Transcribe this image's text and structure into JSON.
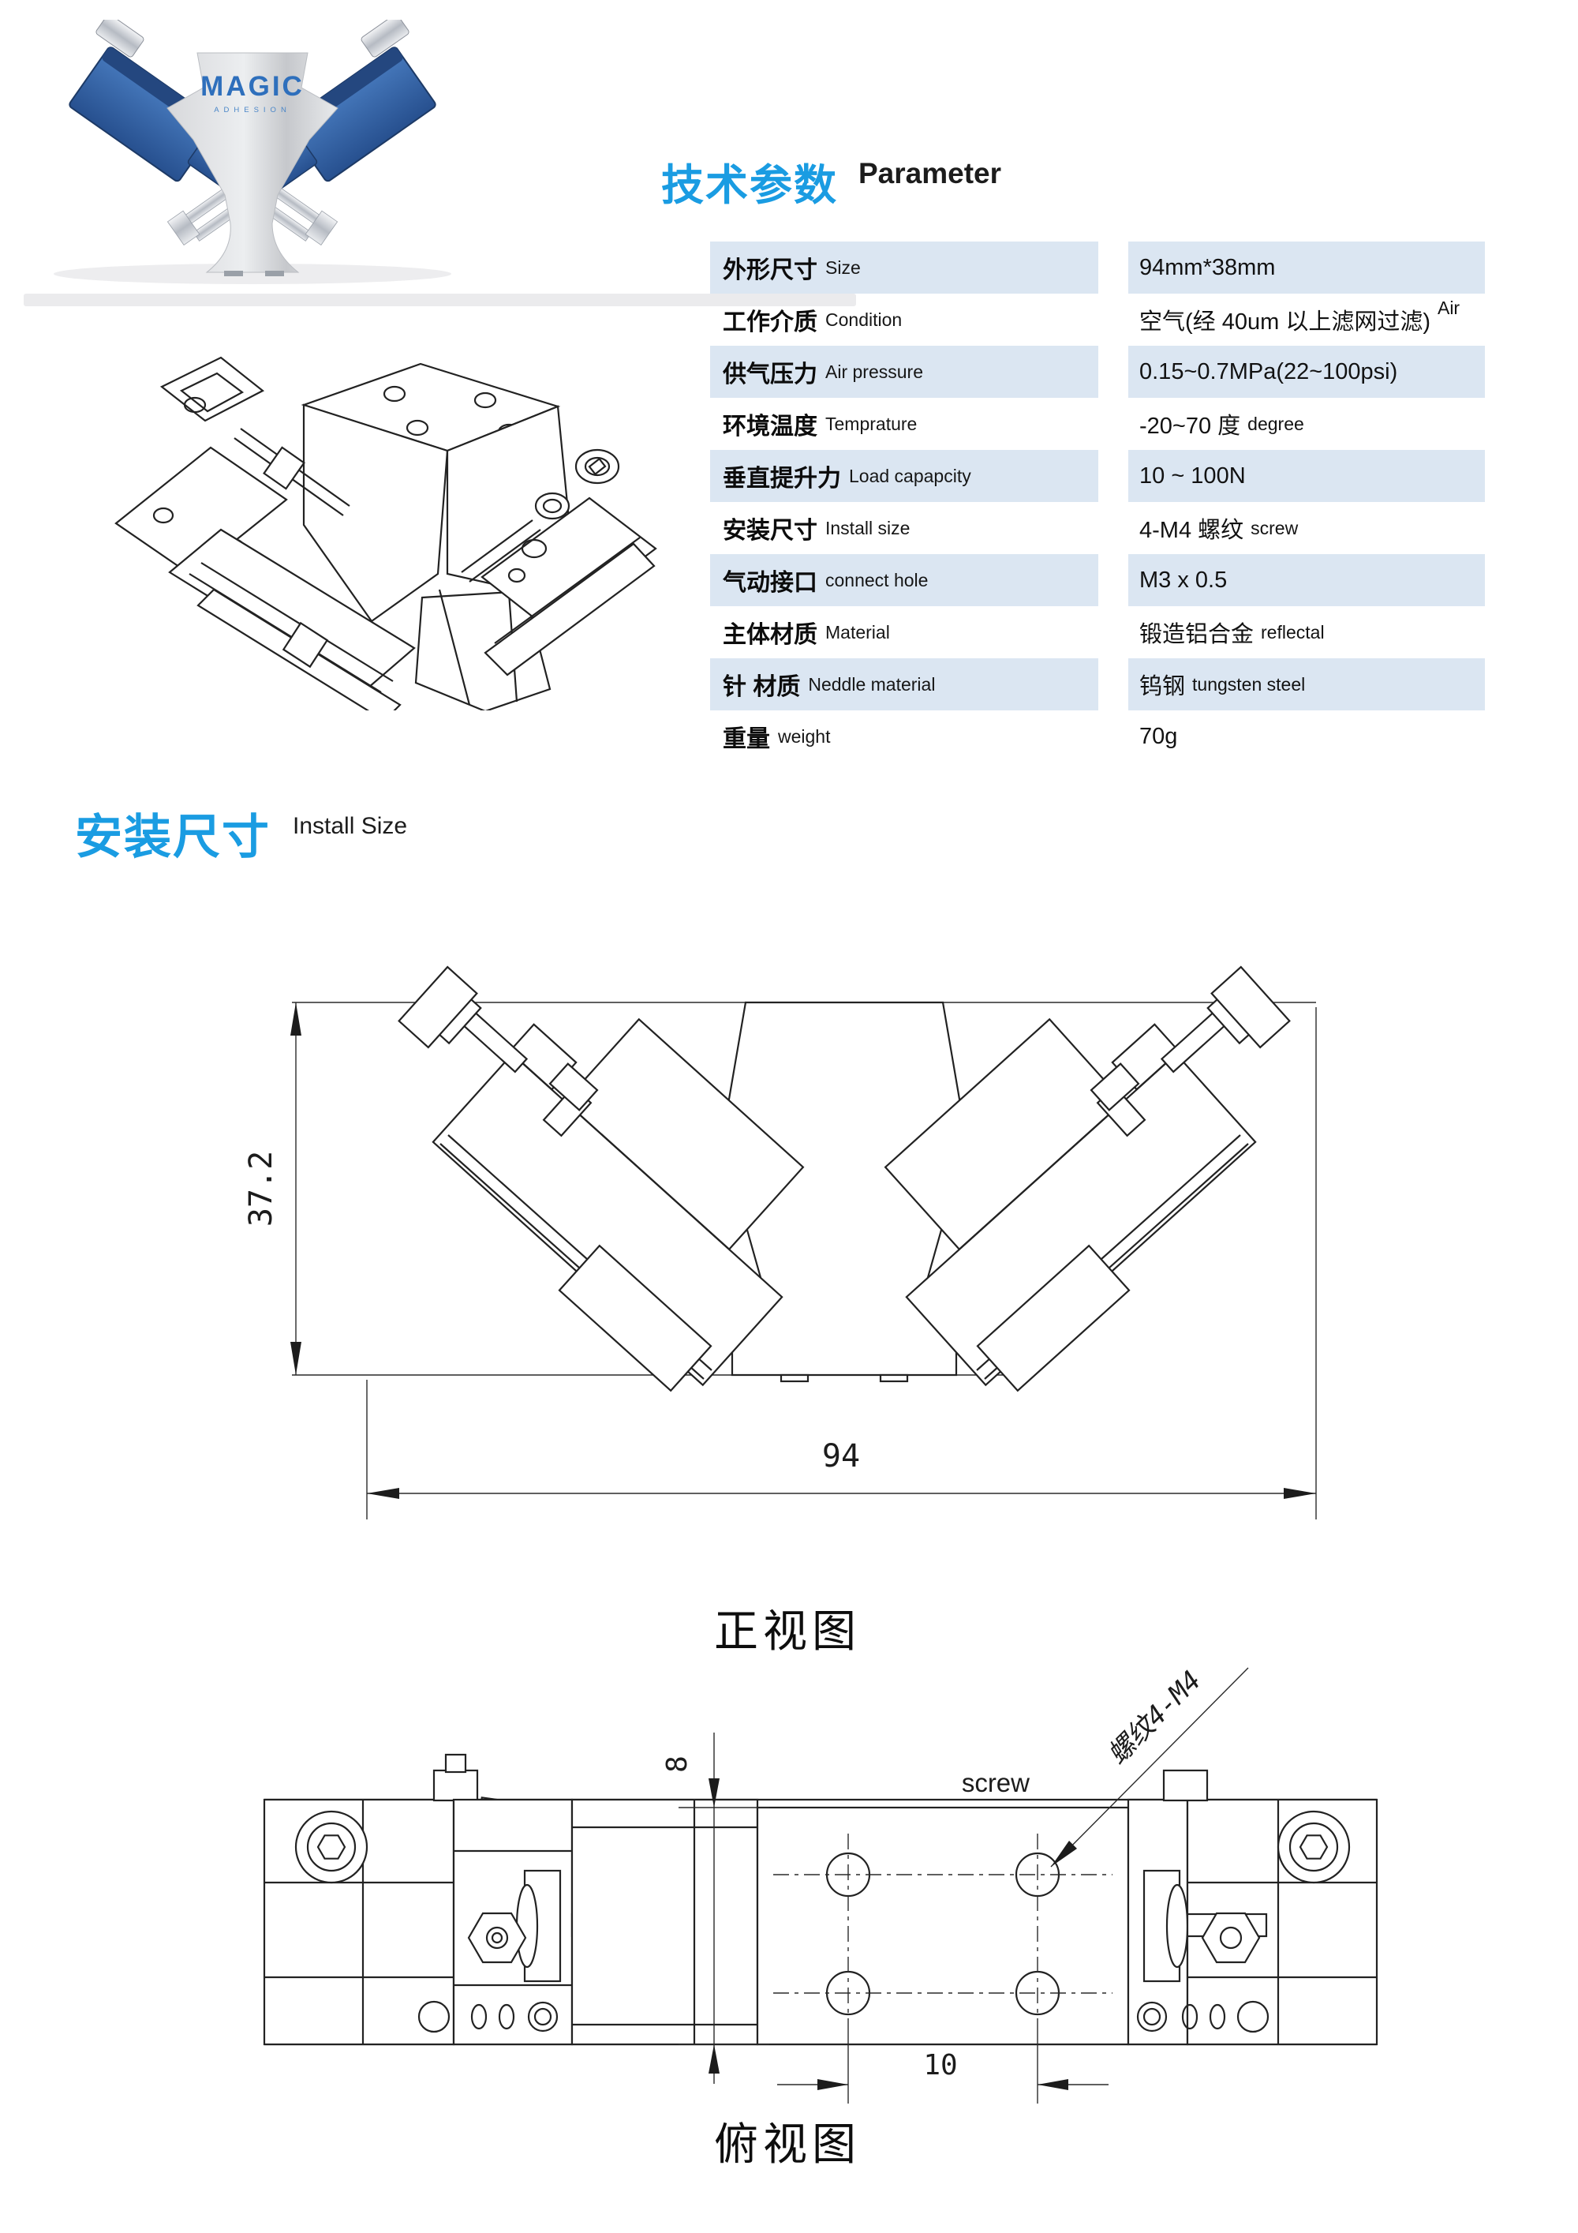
{
  "product_photo": {
    "logo": "MAGIC",
    "logo_sub": "ADHESION"
  },
  "parameter_section": {
    "title_zh": "技术参数",
    "title_en": "Parameter",
    "rows": [
      {
        "label_zh": "外形尺寸",
        "label_en": "Size",
        "value": "94mm*38mm",
        "value2": ""
      },
      {
        "label_zh": "工作介质",
        "label_en": "Condition",
        "value": "空气(经 40um 以上滤网过滤)",
        "value2": "Air"
      },
      {
        "label_zh": "供气压力",
        "label_en": "Air pressure",
        "value": "0.15~0.7MPa(22~100psi)",
        "value2": ""
      },
      {
        "label_zh": "环境温度",
        "label_en": "Temprature",
        "value": "-20~70 度",
        "value2": "degree"
      },
      {
        "label_zh": "垂直提升力",
        "label_en": "Load capapcity",
        "value": "10 ~ 100N",
        "value2": ""
      },
      {
        "label_zh": "安装尺寸",
        "label_en": "Install size",
        "value": "4-M4 螺纹",
        "value2": "screw"
      },
      {
        "label_zh": "气动接口",
        "label_en": "connect hole",
        "value": "M3 x 0.5",
        "value2": ""
      },
      {
        "label_zh": "主体材质",
        "label_en": "Material",
        "value": "锻造铝合金",
        "value2": "reflectal"
      },
      {
        "label_zh": "针  材质",
        "label_en": "Neddle material",
        "value": "钨钢",
        "value2": "tungsten steel"
      },
      {
        "label_zh": "重量",
        "label_en": "weight",
        "value": "70g",
        "value2": ""
      }
    ]
  },
  "install_section": {
    "title_zh": "安装尺寸",
    "title_en": "Install Size"
  },
  "front_view": {
    "label": "正视图",
    "dim_height": "37.2",
    "dim_width": "94"
  },
  "top_view": {
    "label": "俯视图",
    "dim_edge": "8",
    "dim_holes": "10",
    "screw_label": "screw",
    "thread_label": "螺纹4-M4"
  },
  "colors": {
    "accent_blue": "#1a9ce2",
    "table_band": "#dbe6f2",
    "arm_blue": "#2f5fa0"
  }
}
